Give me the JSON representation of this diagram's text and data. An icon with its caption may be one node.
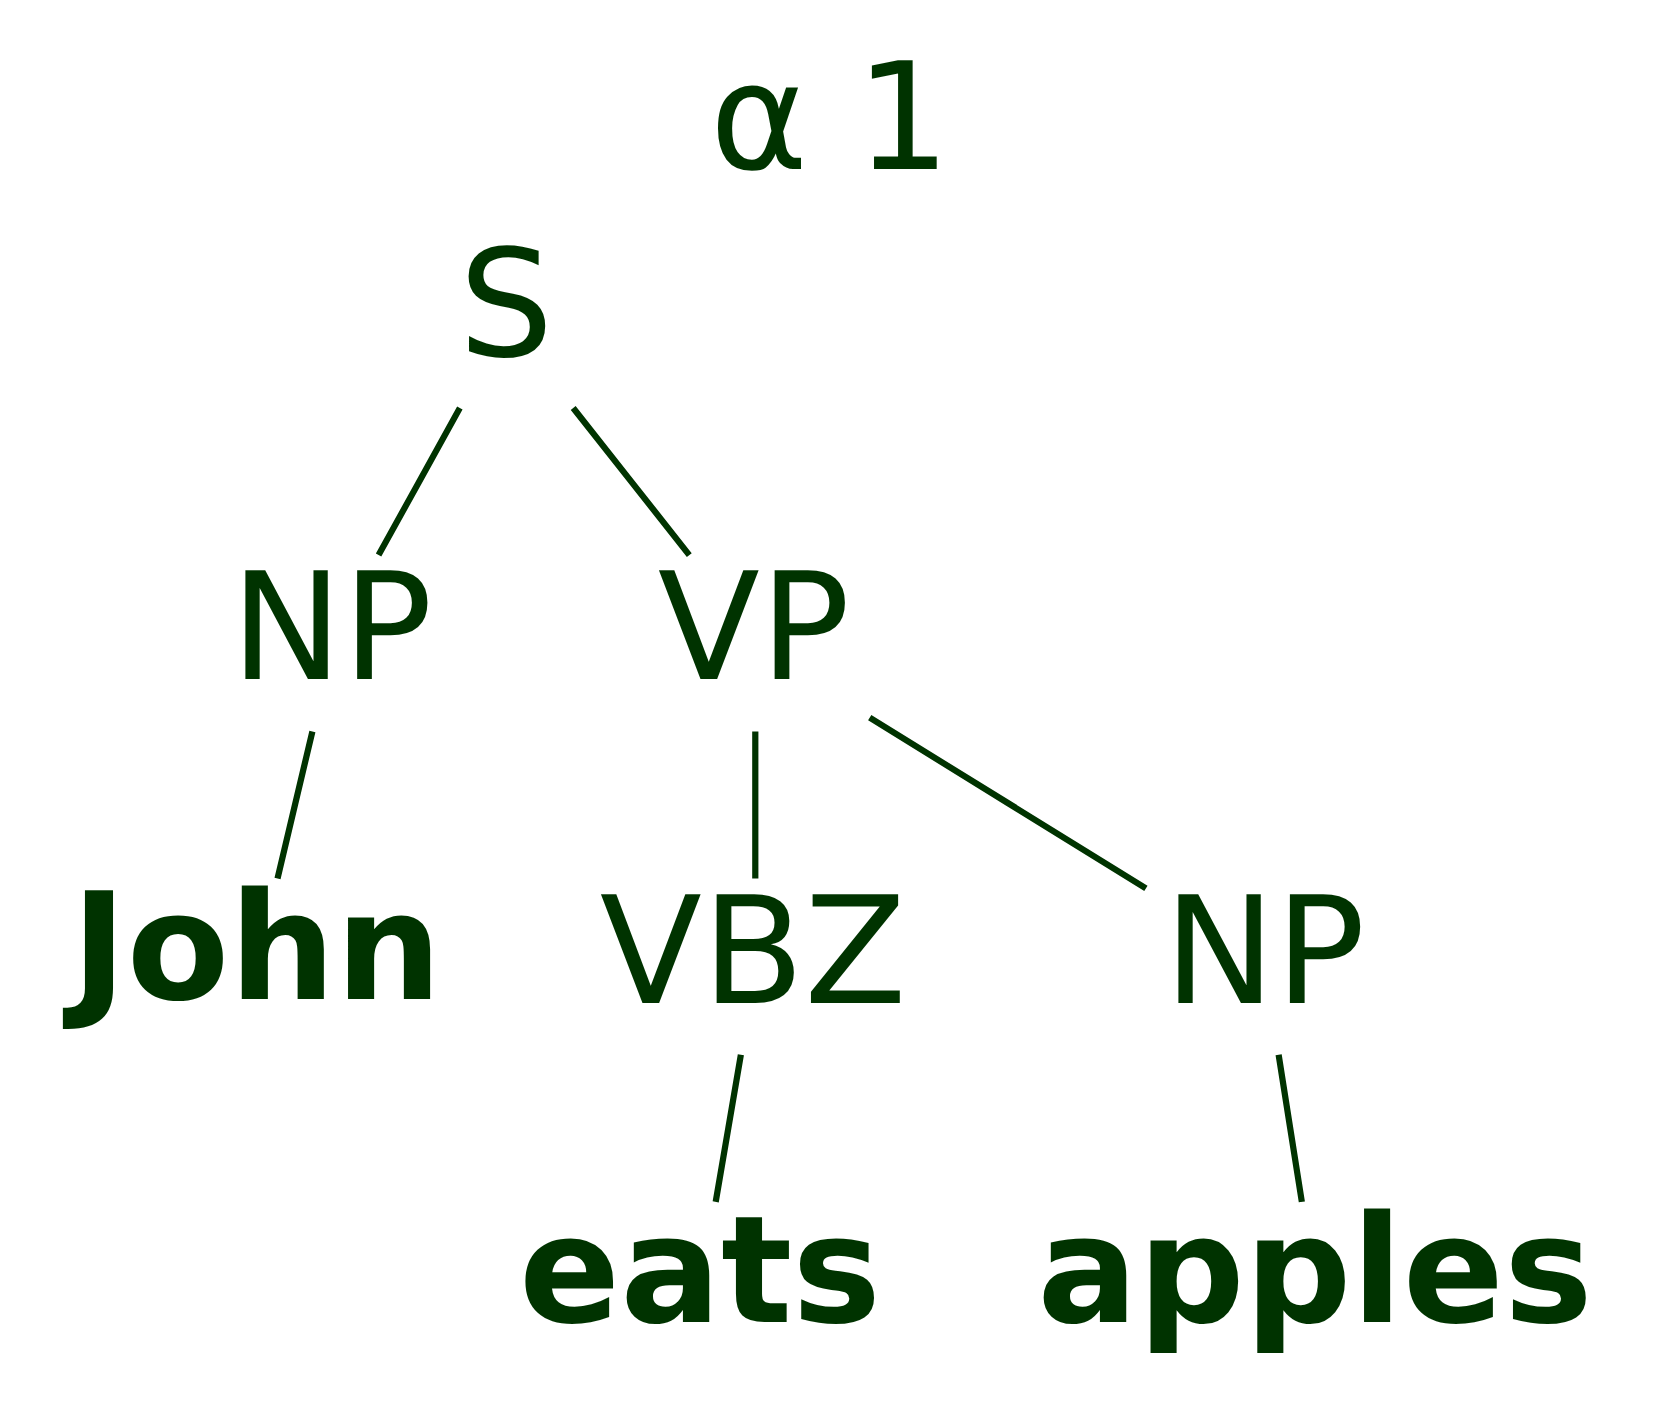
{
  "diagram": {
    "title": "α 1",
    "nodes": [
      {
        "text": [
          "S"
        ]
      },
      {
        "text": [
          "NP"
        ]
      },
      {
        "text": [
          "VP"
        ]
      },
      {
        "text": [
          "John"
        ]
      },
      {
        "text": [
          "VBZ"
        ]
      },
      {
        "text": [
          "NP"
        ]
      },
      {
        "text": [
          "eats"
        ]
      },
      {
        "text": [
          "apples"
        ]
      }
    ],
    "edges": [
      {
        "from": 0,
        "to": 1,
        "arrow": "none"
      },
      {
        "from": 0,
        "to": 2,
        "arrow": "none"
      },
      {
        "from": 1,
        "to": 3,
        "arrow": "none"
      },
      {
        "from": 2,
        "to": 4,
        "arrow": "none"
      },
      {
        "from": 2,
        "to": 5,
        "arrow": "none"
      },
      {
        "from": 4,
        "to": 6,
        "arrow": "none"
      },
      {
        "from": 5,
        "to": 7,
        "arrow": "none"
      }
    ]
  }
}
